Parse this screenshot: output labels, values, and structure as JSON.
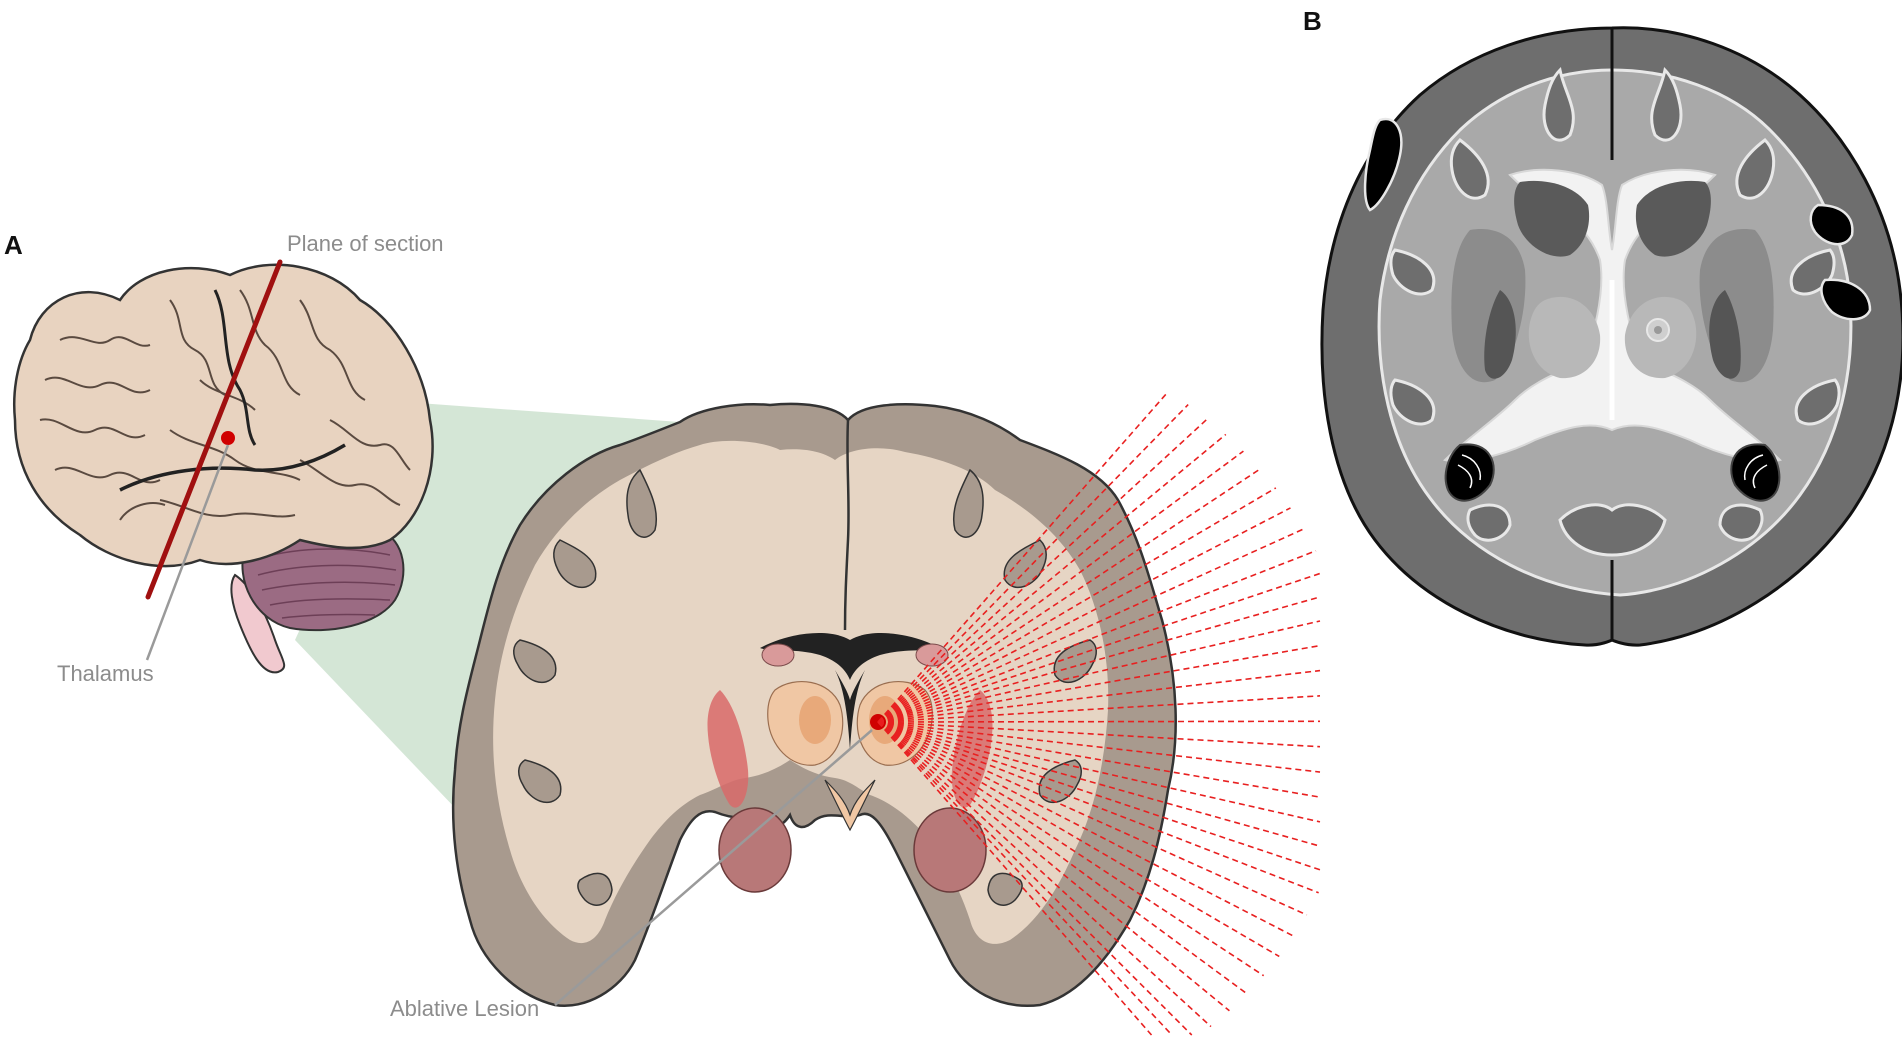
{
  "panels": {
    "a": {
      "letter": "A",
      "labels": {
        "plane_of_section": "Plane of section",
        "thalamus": "Thalamus",
        "ablative_lesion": "Ablative Lesion"
      }
    },
    "b": {
      "letter": "B"
    }
  },
  "colors": {
    "cortex_lateral": "#e8d3c0",
    "coronal_gray": "#a89a8e",
    "coronal_white": "#e6d5c4",
    "projection_fill": "#cfe3d2",
    "section_line": "#a01010",
    "lesion_dot": "#d00000",
    "beam_lines": "#e82020",
    "cerebellum": "#9b6b83",
    "axial_gray": "#6e6e6e",
    "axial_white": "#a9a9a9"
  }
}
